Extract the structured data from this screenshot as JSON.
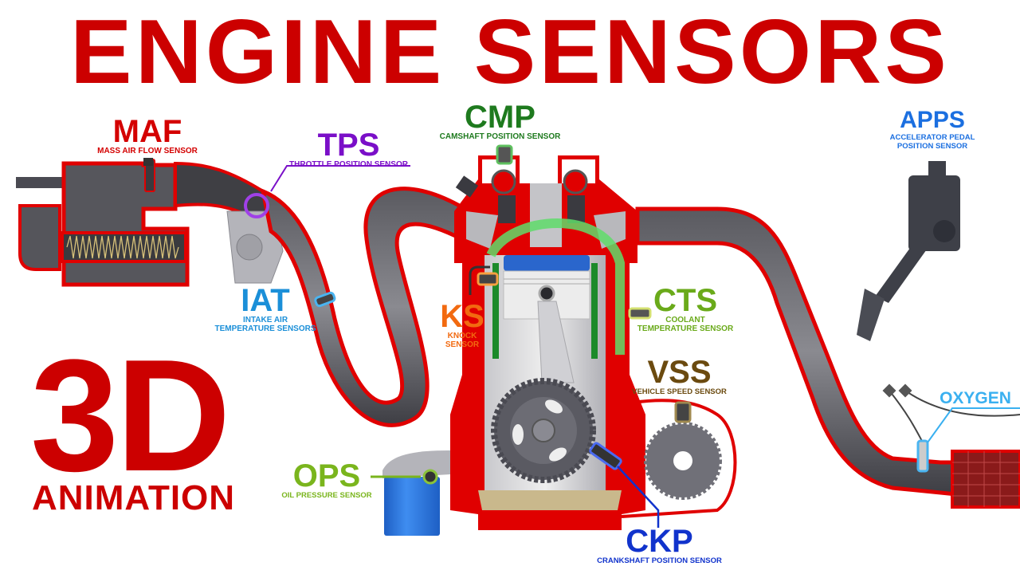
{
  "title": "ENGINE SENSORS",
  "subtitle_big": "3D",
  "subtitle_small": "ANIMATION",
  "colors": {
    "title_red": "#cc0000",
    "outline_red": "#e00000",
    "maf": "#d40000",
    "tps": "#7a0fc8",
    "cmp": "#1e7a1e",
    "apps": "#1b6fe0",
    "iat": "#1b8fd8",
    "ks": "#f26a10",
    "cts": "#6aaa1a",
    "vss": "#6b4a0f",
    "oxygen": "#3ab0f0",
    "ops": "#7ab51d",
    "ckp": "#1133cc",
    "coolant_green": "#5fdc6a",
    "piston_blue": "#2a66cc",
    "oil_filter_blue": "#2e7ae0",
    "pipe_dark": "#4a4a4e"
  },
  "sensors": [
    {
      "id": "maf",
      "abbr": "MAF",
      "name": "MASS AIR FLOW SENSOR"
    },
    {
      "id": "tps",
      "abbr": "TPS",
      "name": "THROTTLE POSITION SENSOR"
    },
    {
      "id": "cmp",
      "abbr": "CMP",
      "name": "CAMSHAFT POSITION SENSOR"
    },
    {
      "id": "apps",
      "abbr": "APPS",
      "name_line1": "ACCELERATOR PEDAL",
      "name_line2": "POSITION SENSOR"
    },
    {
      "id": "iat",
      "abbr": "IAT",
      "name_line1": "INTAKE AIR",
      "name_line2": "TEMPERATURE SENSORS"
    },
    {
      "id": "ks",
      "abbr": "KS",
      "name_line1": "KNOCK",
      "name_line2": "SENSOR"
    },
    {
      "id": "cts",
      "abbr": "CTS",
      "name_line1": "COOLANT",
      "name_line2": "TEMPERATURE SENSOR"
    },
    {
      "id": "vss",
      "abbr": "VSS",
      "name": "VEHICLE SPEED SENSOR"
    },
    {
      "id": "oxygen",
      "abbr": "OXYGEN"
    },
    {
      "id": "ops",
      "abbr": "OPS",
      "name": "OIL PRESSURE SENSOR"
    },
    {
      "id": "ckp",
      "abbr": "CKP",
      "name": "CRANKSHAFT POSITION SENSOR"
    }
  ]
}
